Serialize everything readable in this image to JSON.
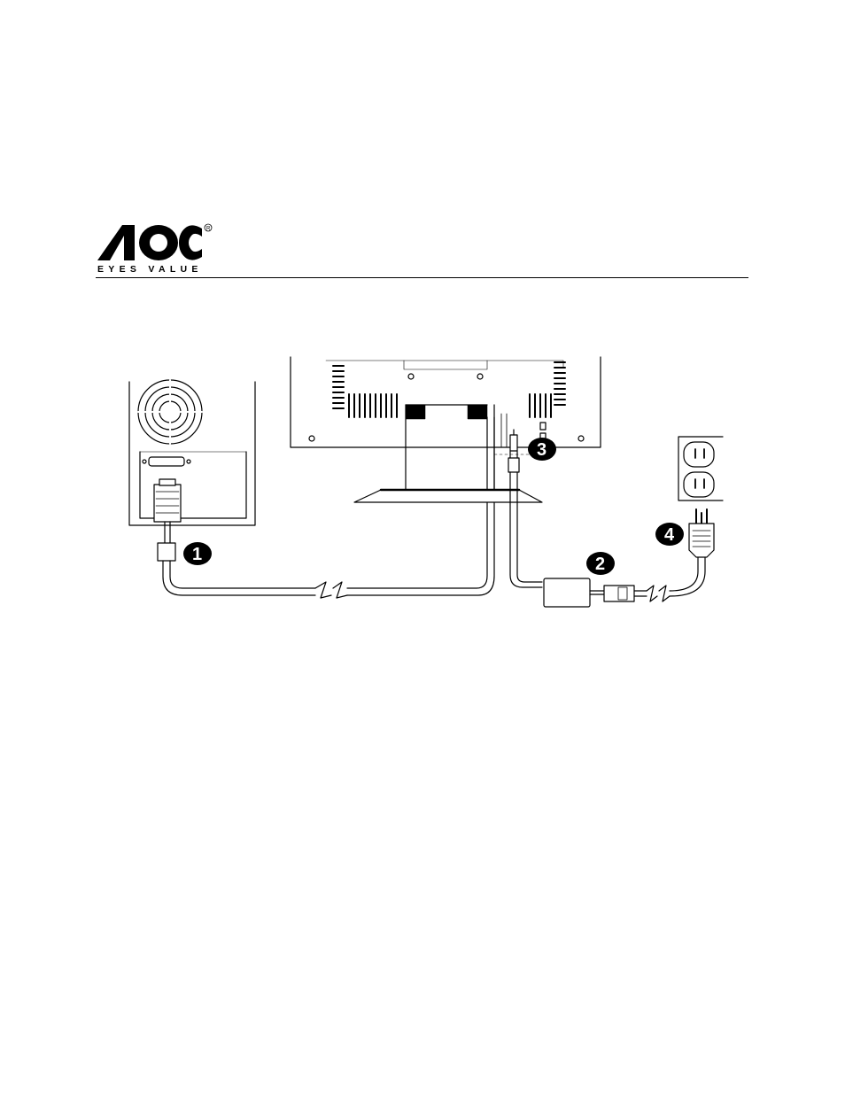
{
  "header": {
    "logo_text": "AOC",
    "registered_mark": "®",
    "tagline": "EYES VALUE"
  },
  "diagram": {
    "steps": [
      {
        "number": "1",
        "meaning": "signal cable"
      },
      {
        "number": "2",
        "meaning": "power adapter"
      },
      {
        "number": "3",
        "meaning": "DC-in connector"
      },
      {
        "number": "4",
        "meaning": "wall outlet plug"
      }
    ]
  }
}
